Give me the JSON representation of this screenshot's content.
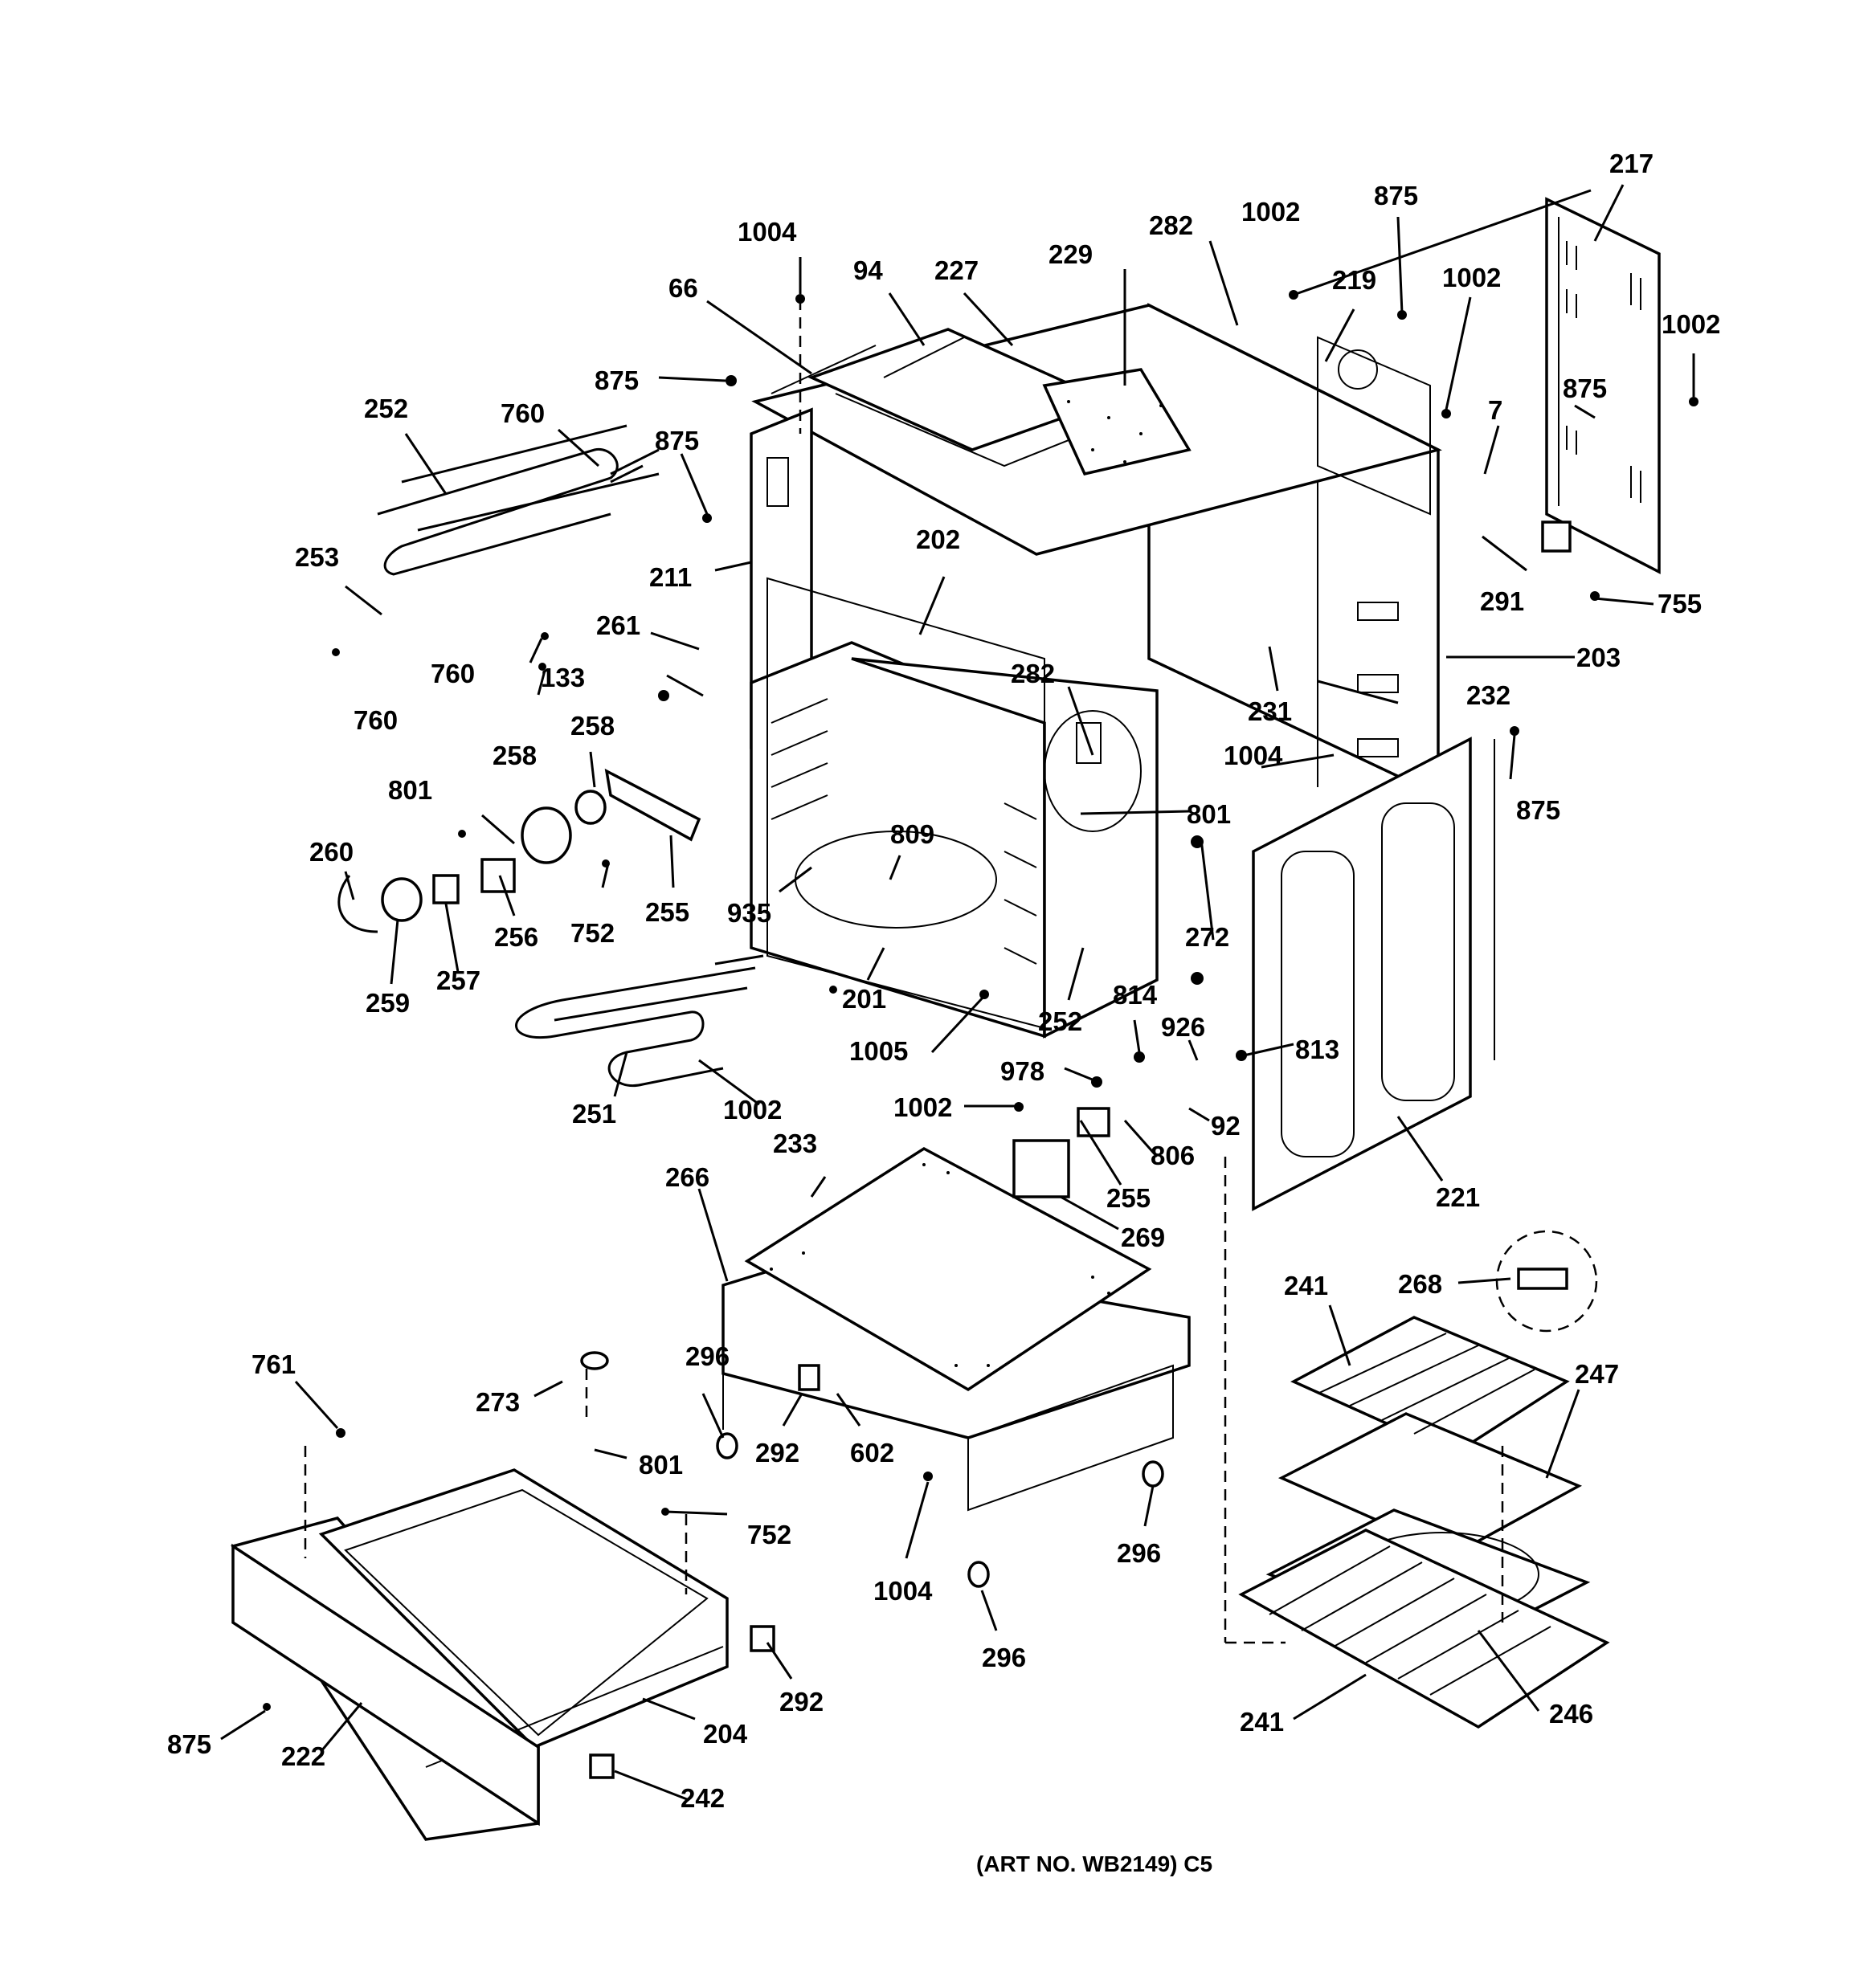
{
  "diagram": {
    "caption": "(ART NO. WB2149) C5",
    "callouts": {
      "c217": "217",
      "c1002a": "1002",
      "c875a": "875",
      "c282a": "282",
      "c229": "229",
      "c1004a": "1004",
      "c94": "94",
      "c227": "227",
      "c66": "66",
      "c219": "219",
      "c1002b": "1002",
      "c1002c": "1002",
      "c875b": "875",
      "c875c": "875",
      "c7": "7",
      "c252a": "252",
      "c760a": "760",
      "c875d": "875",
      "c253": "253",
      "c211": "211",
      "c202": "202",
      "c291": "291",
      "c755": "755",
      "c261": "261",
      "c203": "203",
      "c760b": "760",
      "c133": "133",
      "c282b": "282",
      "c231": "231",
      "c232": "232",
      "c760c": "760",
      "c258a": "258",
      "c258b": "258",
      "c1004b": "1004",
      "c875e": "875",
      "c801a": "801",
      "c801b": "801",
      "c809": "809",
      "c260": "260",
      "c256": "256",
      "c752a": "752",
      "c255a": "255",
      "c935": "935",
      "c272": "272",
      "c259": "259",
      "c257": "257",
      "c201": "201",
      "c252b": "252",
      "c814": "814",
      "c926": "926",
      "c813": "813",
      "c1005": "1005",
      "c978": "978",
      "c251": "251",
      "c1002d": "1002",
      "c1002e": "1002",
      "c92": "92",
      "c806": "806",
      "c233": "233",
      "c255b": "255",
      "c221": "221",
      "c266": "266",
      "c269": "269",
      "c241a": "241",
      "c268": "268",
      "c761": "761",
      "c296a": "296",
      "c247": "247",
      "c273": "273",
      "c292a": "292",
      "c602": "602",
      "c801c": "801",
      "c752b": "752",
      "c296b": "296",
      "c1004c": "1004",
      "c296c": "296",
      "c292b": "292",
      "c204": "204",
      "c241b": "241",
      "c246": "246",
      "c875f": "875",
      "c222": "222",
      "c242": "242"
    }
  }
}
